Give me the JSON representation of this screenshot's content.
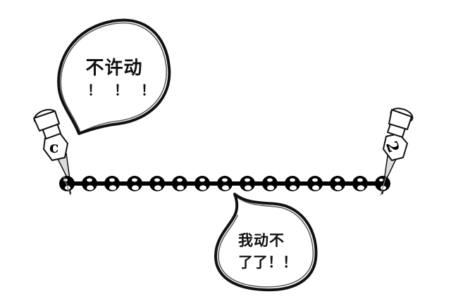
{
  "bubbles": {
    "top_left": {
      "line1": "不许动",
      "line2": "！！！"
    },
    "bottom": {
      "line1": "我动不",
      "line2": "了了！！"
    }
  },
  "pins": {
    "left": {
      "letter": "c"
    },
    "right": {
      "letter": "2"
    }
  },
  "chain": {
    "bead_count": 15,
    "color": "#000000"
  },
  "colors": {
    "background": "#ffffff",
    "ink": "#111111"
  }
}
